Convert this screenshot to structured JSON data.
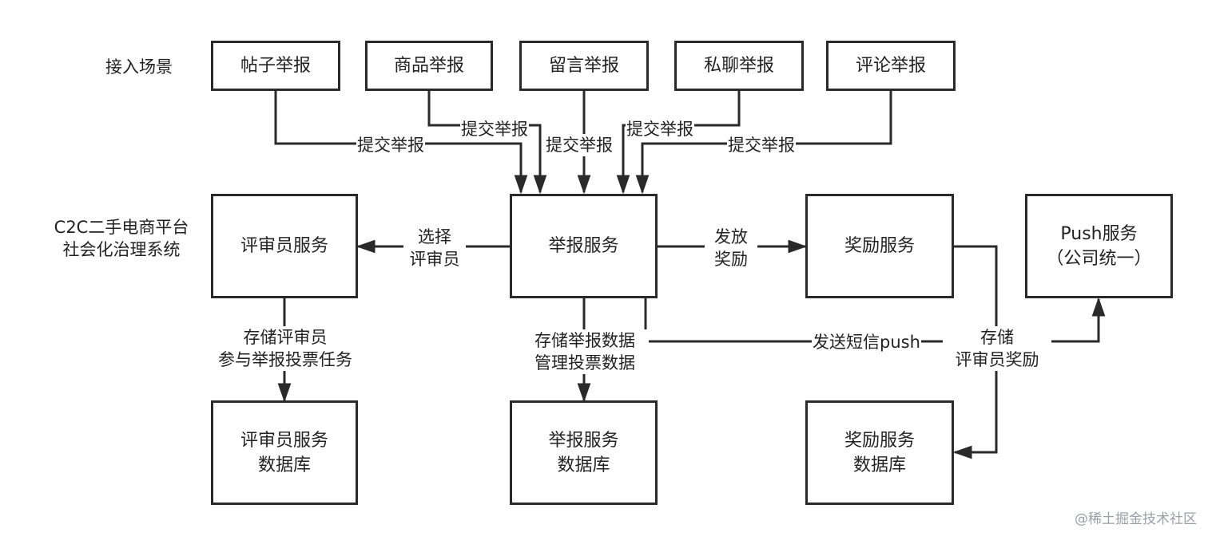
{
  "side_labels": {
    "scenario": "接入场景",
    "platform_line1": "C2C二手电商平台",
    "platform_line2": "社会化治理系统"
  },
  "sources": [
    {
      "label": "帖子举报"
    },
    {
      "label": "商品举报"
    },
    {
      "label": "留言举报"
    },
    {
      "label": "私聊举报"
    },
    {
      "label": "评论举报"
    }
  ],
  "submit_label": "提交举报",
  "services": {
    "reviewer": {
      "label": "评审员服务"
    },
    "report": {
      "label": "举报服务"
    },
    "reward": {
      "label": "奖励服务"
    },
    "push": {
      "line1": "Push服务",
      "line2": "（公司统一）"
    }
  },
  "databases": {
    "reviewer_db": {
      "line1": "评审员服务",
      "line2": "数据库"
    },
    "report_db": {
      "line1": "举报服务",
      "line2": "数据库"
    },
    "reward_db": {
      "line1": "奖励服务",
      "line2": "数据库"
    }
  },
  "edges": {
    "select_reviewer": {
      "line1": "选择",
      "line2": "评审员"
    },
    "grant_reward": {
      "line1": "发放",
      "line2": "奖励"
    },
    "store_reviewer_tasks": {
      "line1": "存储评审员",
      "line2": "参与举报投票任务"
    },
    "store_report_data": {
      "line1": "存储举报数据",
      "line2": "管理投票数据"
    },
    "send_sms_push": {
      "label": "发送短信push"
    },
    "store_reviewer_reward": {
      "line1": "存储",
      "line2": "评审员奖励"
    }
  },
  "watermark": {
    "label": "@稀土掘金技术社区"
  }
}
